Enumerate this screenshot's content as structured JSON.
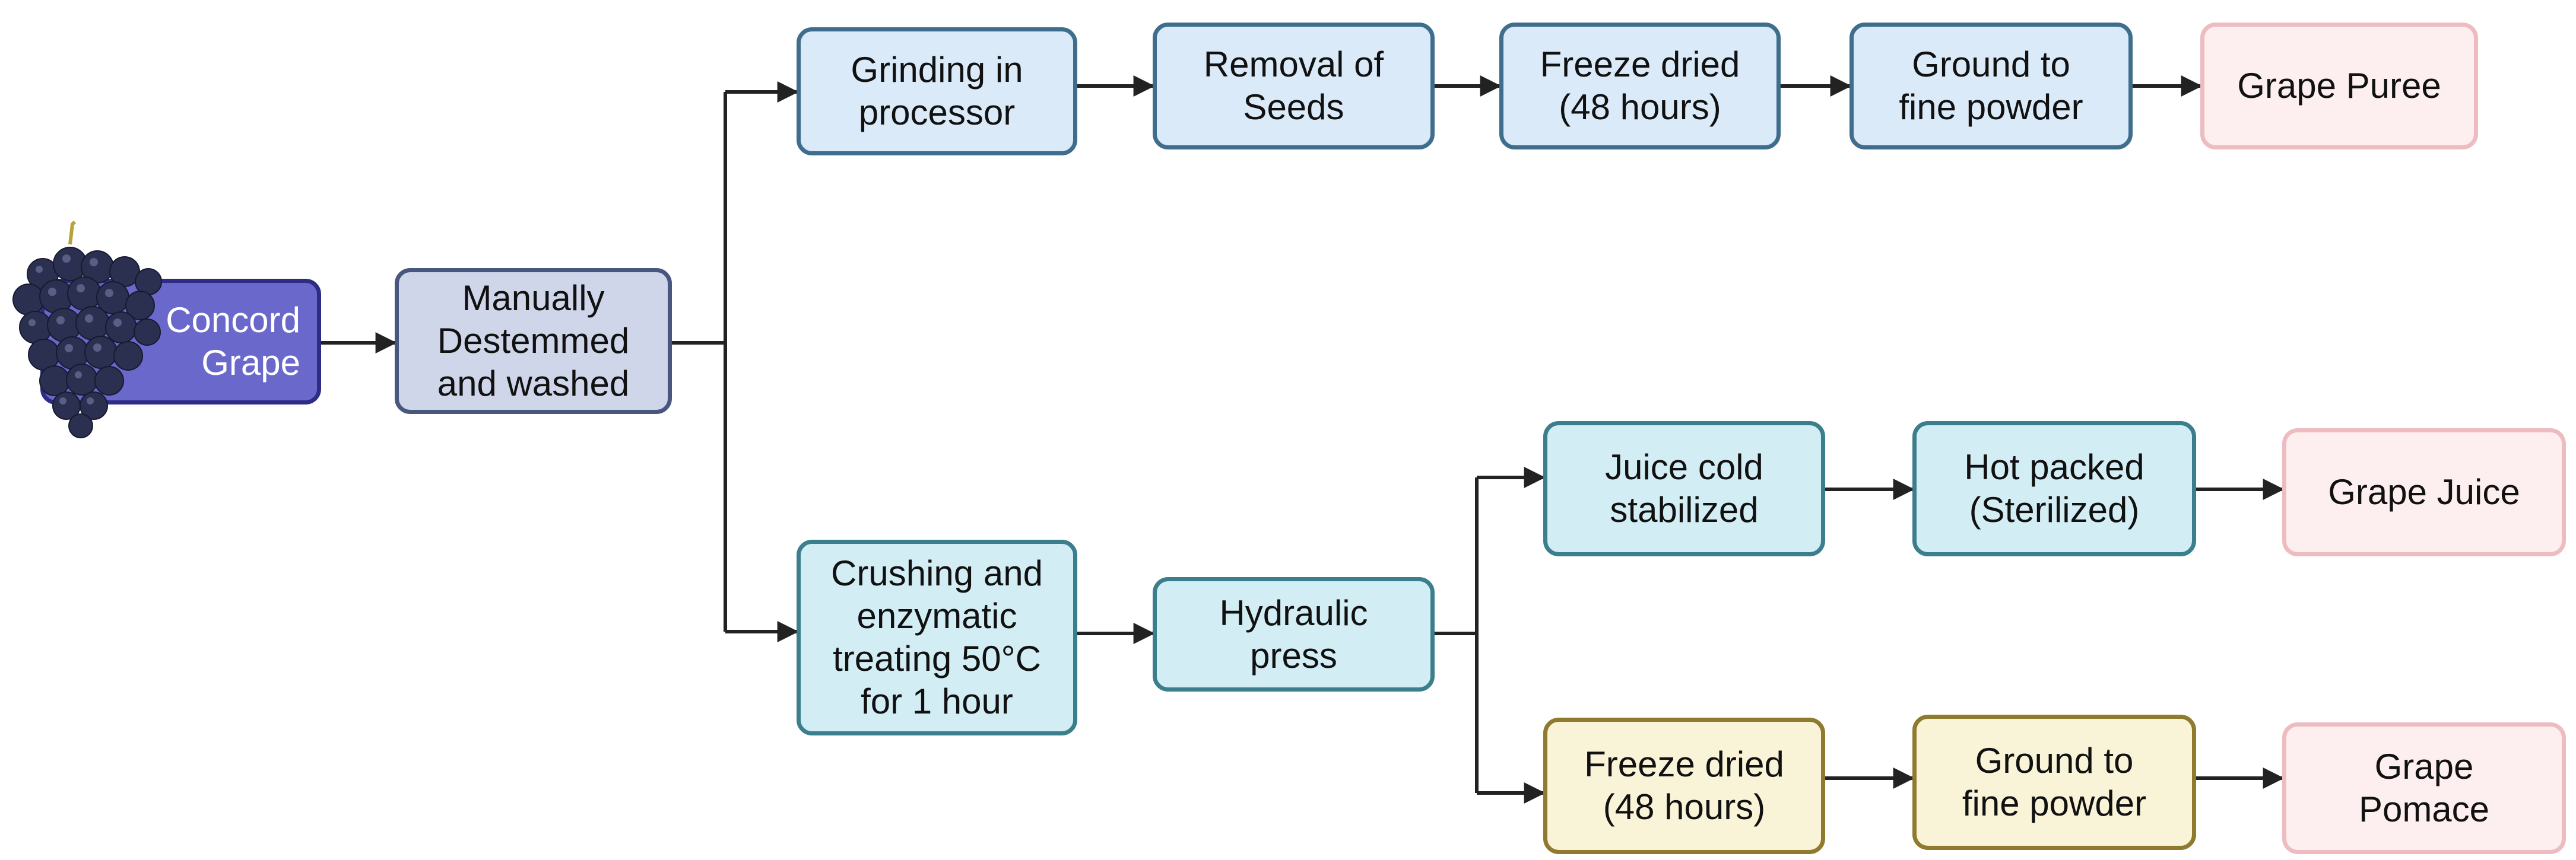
{
  "diagram": {
    "source": {
      "label": "Concord\nGrape",
      "icon": "grape-cluster-icon",
      "colors": {
        "fill": "#6b68cb",
        "border": "#2f2c86",
        "grape": "#2b3050"
      }
    },
    "step_wash": {
      "label": "Manually\nDestemmed\nand washed"
    },
    "puree_branch": {
      "steps": [
        {
          "label": "Grinding in\nprocessor"
        },
        {
          "label": "Removal of\nSeeds"
        },
        {
          "label": "Freeze dried\n(48 hours)"
        },
        {
          "label": "Ground to\nfine powder"
        }
      ],
      "product": {
        "label": "Grape Puree"
      }
    },
    "juice_branch": {
      "crush": {
        "label": "Crushing and\nenzymatic\ntreating 50°C\nfor 1 hour"
      },
      "press": {
        "label": "Hydraulic\npress"
      },
      "juice_path": {
        "steps": [
          {
            "label": "Juice cold\nstabilized"
          },
          {
            "label": "Hot packed\n(Sterilized)"
          }
        ],
        "product": {
          "label": "Grape Juice"
        }
      },
      "pomace_path": {
        "steps": [
          {
            "label": "Freeze dried\n(48 hours)"
          },
          {
            "label": "Ground to\nfine powder"
          }
        ],
        "product": {
          "label": "Grape\nPomace"
        }
      }
    },
    "palette": {
      "blue_fill": "#dbeaf8",
      "blue_border": "#3f6d8c",
      "cyan_fill": "#d3edf5",
      "cyan_border": "#3b7f8c",
      "yellow_fill": "#f9f3d8",
      "yellow_border": "#8f7a2e",
      "pink_fill": "#fdeff0",
      "pink_border": "#edbcc0",
      "grey_fill": "#cfd6ea",
      "grey_border": "#49567e",
      "arrow": "#222222"
    }
  }
}
